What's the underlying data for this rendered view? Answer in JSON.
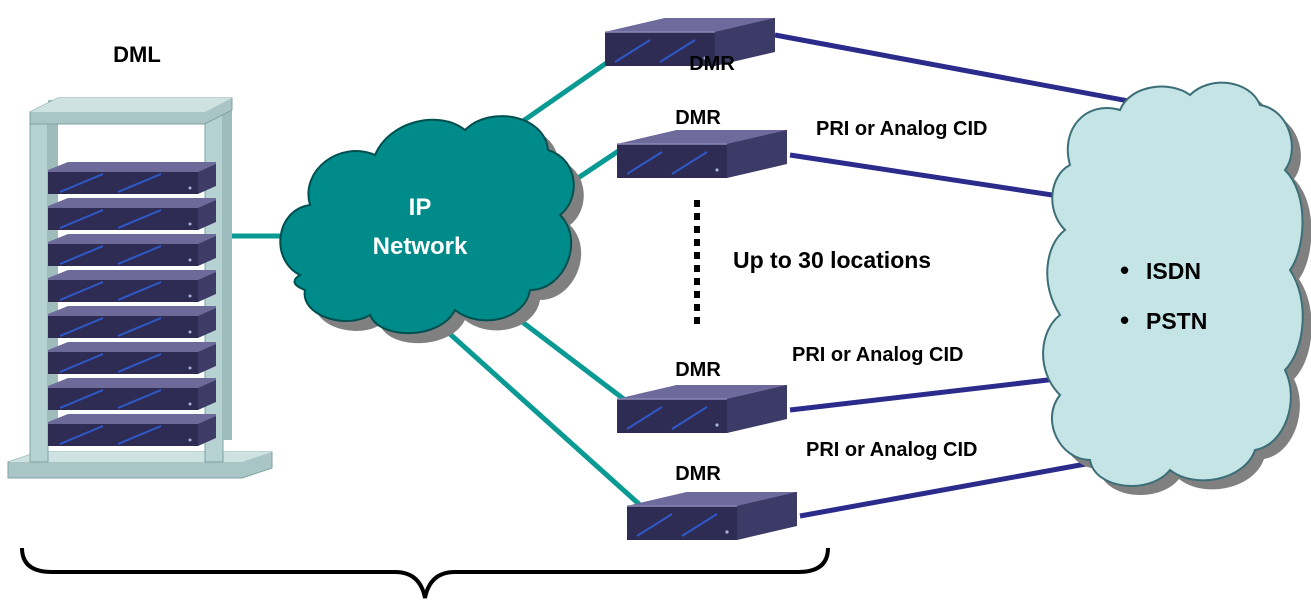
{
  "labels": {
    "dml": "DML",
    "ip_network_line1": "IP",
    "ip_network_line2": "Network",
    "dmr_top": "DMR",
    "dmr_2": "DMR",
    "dmr_3": "DMR",
    "dmr_4": "DMR",
    "link_label_1": "PRI or Analog CID",
    "link_label_2": "PRI or Analog CID",
    "link_label_3": "PRI or Analog CID",
    "locations_note": "Up to 30 locations",
    "pstn_item_1": "ISDN",
    "pstn_item_2": "PSTN",
    "bullet": "•"
  },
  "colors": {
    "ip_cloud": "#008b8b",
    "pstn_cloud": "#c4e4e6",
    "teal_link": "#0a9a94",
    "blue_link": "#2b2b8c",
    "rack_frame": "#a9c8c8",
    "device_top": "#4c4a78",
    "device_front": "#2d2b50"
  }
}
